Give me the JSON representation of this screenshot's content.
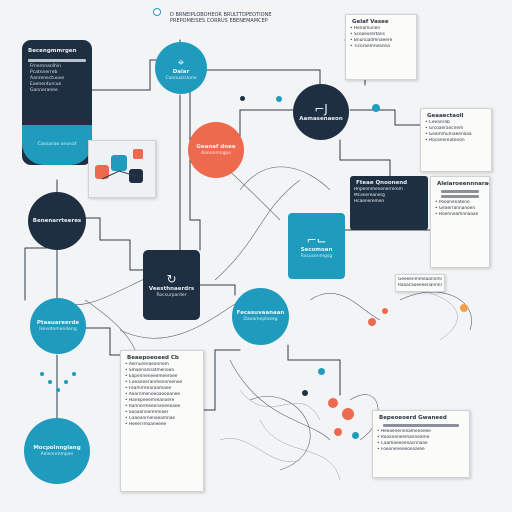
{
  "header": {
    "line1": "D BRNEIPLOBOHEOR BRULTTDPEOTIONE",
    "line2": "PREPOMEISES CORRUS EBENEMAMCEP"
  },
  "nodes": {
    "sidebar_panel": {
      "title": "Becengmmrgen",
      "items": [
        "Frnernnanlhin",
        "Pcatnnerreb",
        "Aanrenectuuve",
        "Eaenenturcue",
        "Ganneranee"
      ],
      "footer": "Cossanae anonaf"
    },
    "top_teal": {
      "title": "Dalar",
      "sub": "Connuarclone"
    },
    "coral": {
      "title": "Geanaf dnee",
      "sub": "Aannnmngpe"
    },
    "navy_left": {
      "title": "Benenarrteeres"
    },
    "navy_center": {
      "title": "Veesthnaerdrs",
      "sub": "Rocsurparder"
    },
    "navy_top_right": {
      "title": "Aamasenaeon"
    },
    "teal_mid": {
      "title": "Secomoan",
      "sub": "Rocusenmgsg"
    },
    "teal_left_mid": {
      "title": "Ptaauareerde",
      "sub": "Hevetomendeng"
    },
    "teal_center_low": {
      "title": "Fecasuvaanaan",
      "sub": "Daeameptaseg"
    },
    "teal_bottom_left": {
      "title": "Mocpolnnglang",
      "sub": "Aelennmmpen"
    },
    "dark_card": {
      "title": "Fteae Qnoonend",
      "rows": [
        "Hnpennmenenerrerom",
        "Mcanereanerg",
        "Hcaeneremen"
      ]
    }
  },
  "cards": {
    "top_right": {
      "title": "Gelaf Vasee",
      "items": [
        "Henamunen",
        "Scoaeorertans",
        "Bnunuadmnaeere",
        "Ticoraemneanna"
      ]
    },
    "right_mid": {
      "title": "Geaaectaoll",
      "items": [
        "Ceeanrab",
        "Grcoaerancnem",
        "Geammurnaeenaaa",
        "Hocanereutenon"
      ]
    },
    "right_lower": {
      "title": "Aleiaroeennnarae",
      "items": [
        "Pooonenatene",
        "Geaerrannanoen",
        "Hoenneamnnaaan"
      ]
    },
    "center_list": {
      "title": "Beaepoeoeed Cb",
      "items": [
        "Aernurenaeonnem",
        "Smaeriannatmenoea",
        "Eapenneneeemeeroee",
        "Coeaneeranmennreenoe",
        "Feamrrenaraamaee",
        "Aearnmenoeoaoooanee",
        "Hanepeeemreanoere",
        "Rannermeeenaneeoaee",
        "Sooaanneremnaer",
        "Caaeanrnenaeamnae",
        "Heeerrmoaneeee"
      ]
    },
    "bottom_right": {
      "title": "Bepeoeoerd Gwaneed",
      "items": [
        "Heeaenenneamenoeee",
        "Rooaneneemanneame",
        "Caamaeeeenacnnaae",
        "Foeoneneoeonoaree"
      ]
    },
    "banner": {
      "line1": "Geeeenmmeaannmneoe",
      "line2": "Raaacaoeeeenannnmoee"
    }
  },
  "colors": {
    "navy": "#1f2f42",
    "teal": "#1f9cbd",
    "coral": "#ee6a4f",
    "paper": "#fbfbfa",
    "wire": "#2f3b48"
  },
  "icons": [
    "pin-icon",
    "refresh-icon",
    "j-letter-icon",
    "bracket-icon",
    "dashboard-icon"
  ]
}
